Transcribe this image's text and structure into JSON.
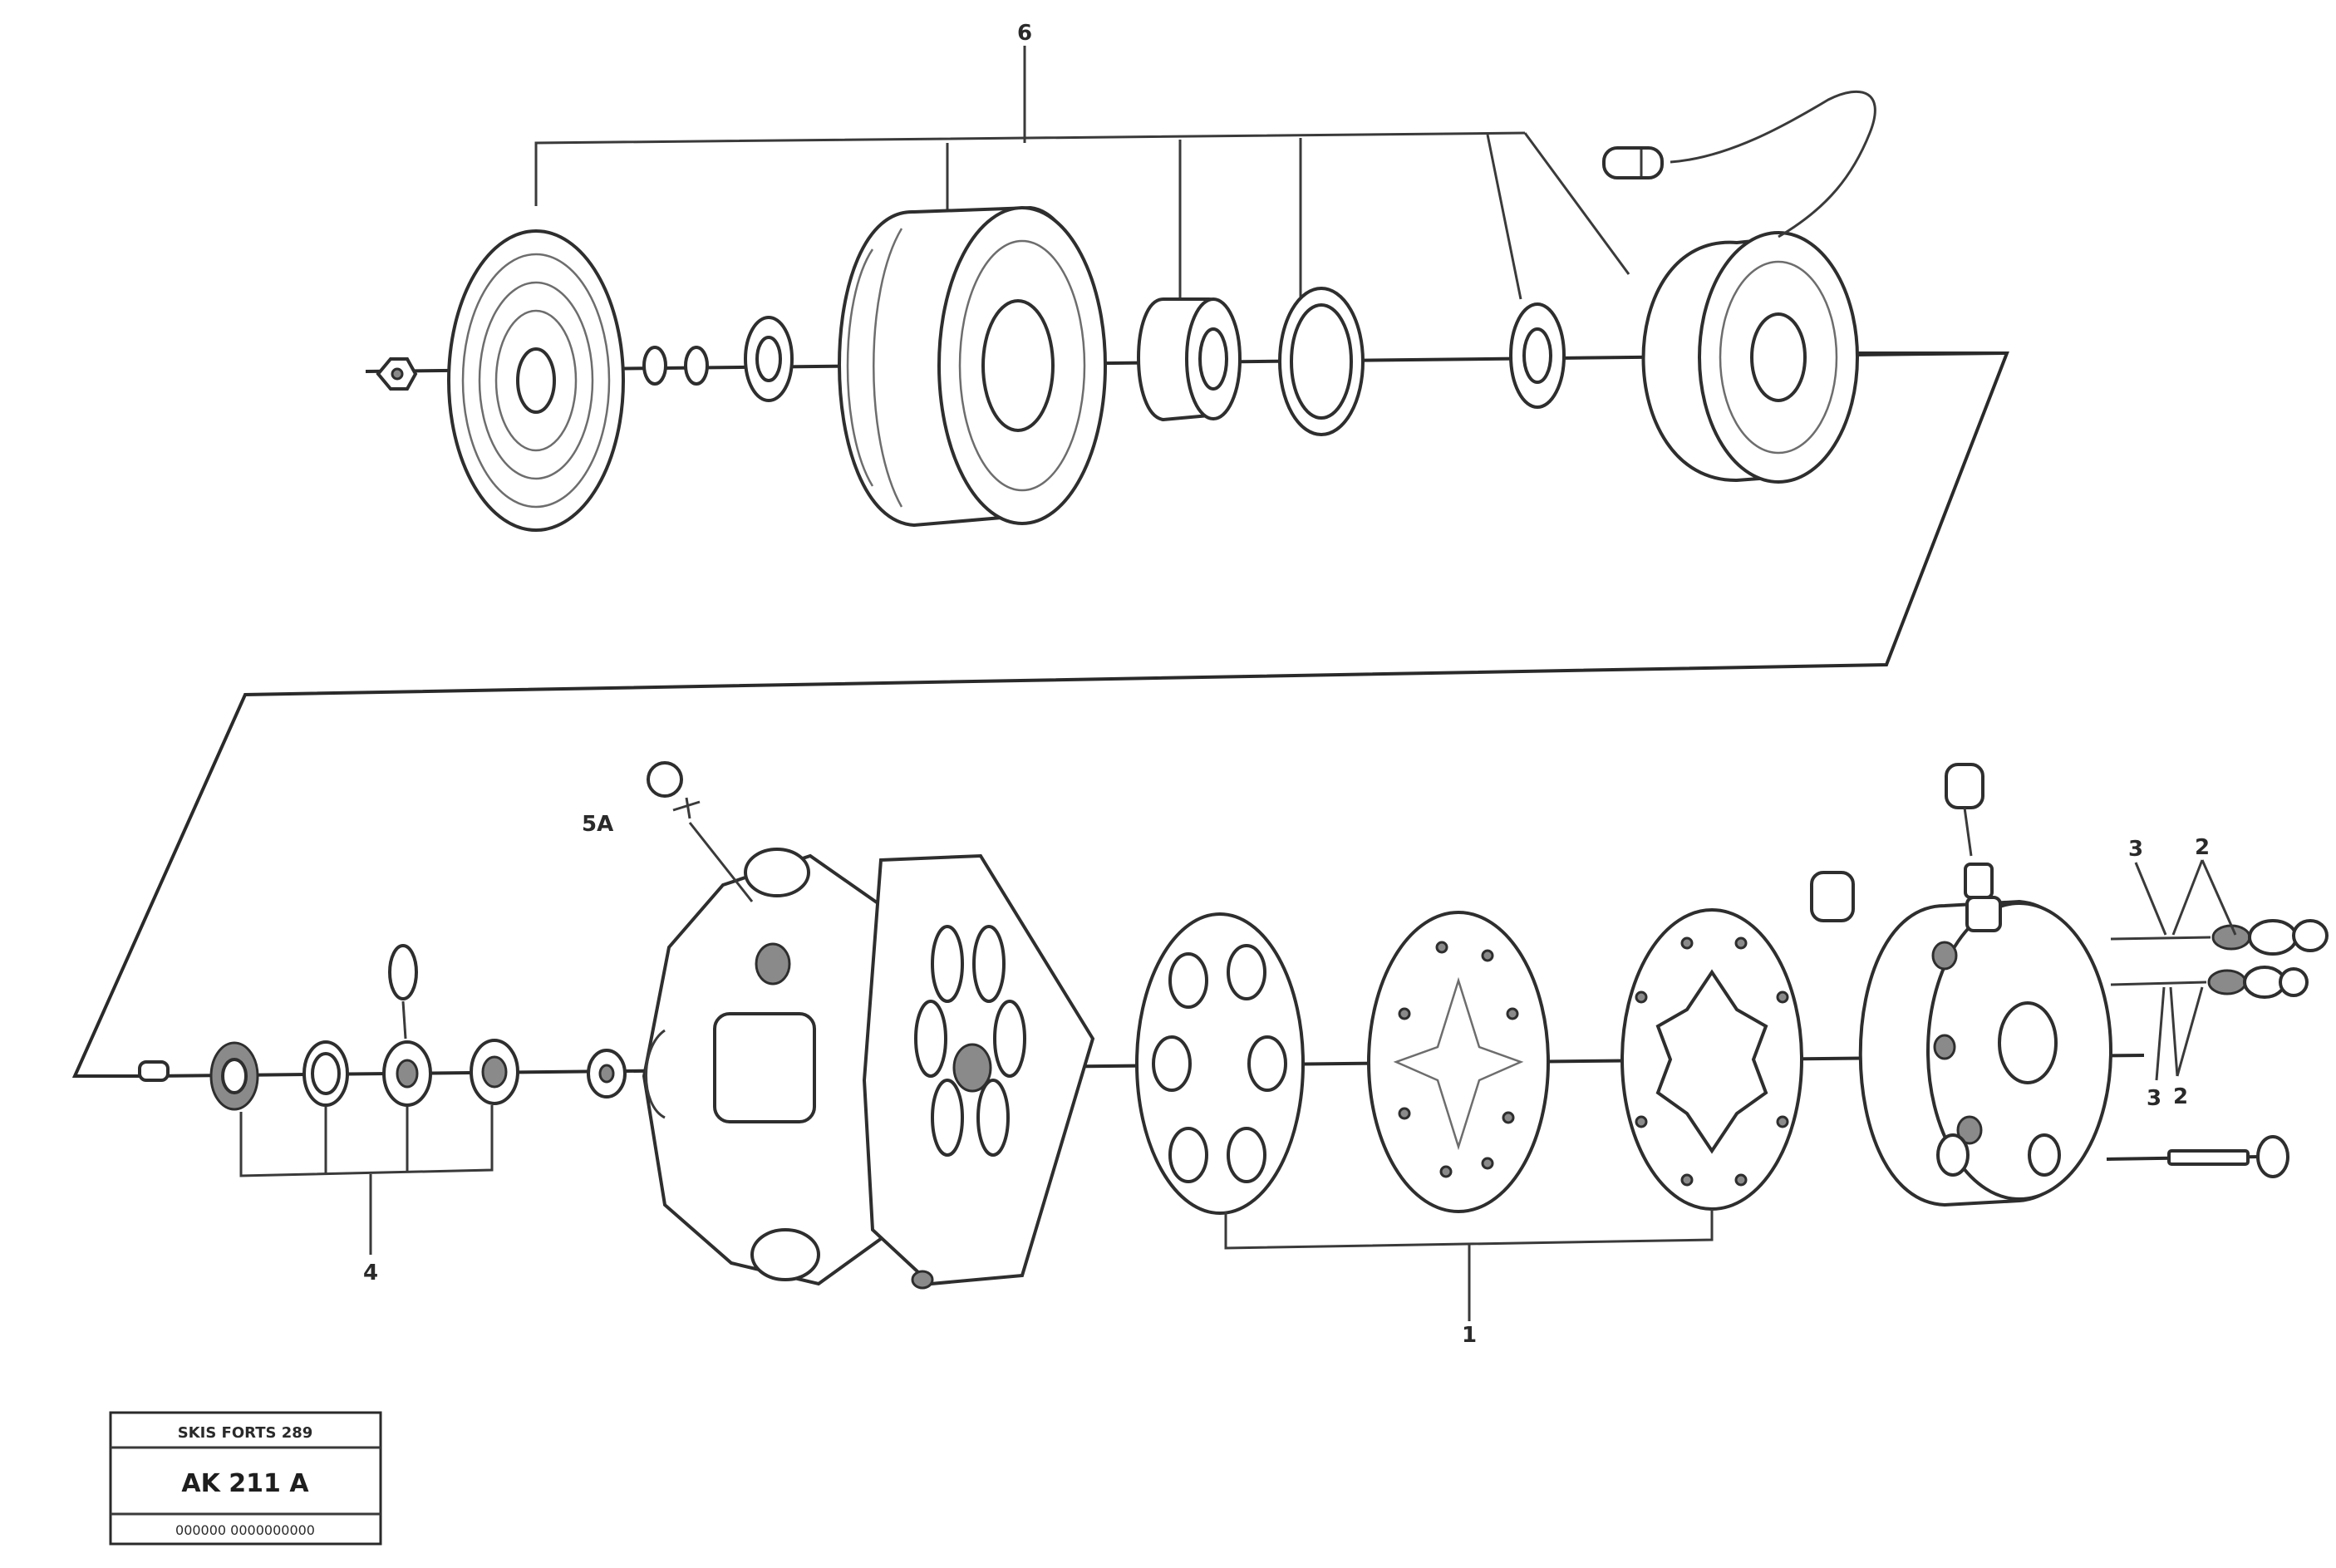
{
  "callouts": {
    "upper_group": "6",
    "lower_left_group": "4",
    "lower_mid_group": "1",
    "label_5a": "5A",
    "right_top_a": "3",
    "right_top_b": "2",
    "right_bottom_a": "3",
    "right_bottom_b": "2"
  },
  "stamp": {
    "line1": "SKIS FORTS 289",
    "line2": "AK 211 A",
    "line3": "000000 0000000000"
  }
}
